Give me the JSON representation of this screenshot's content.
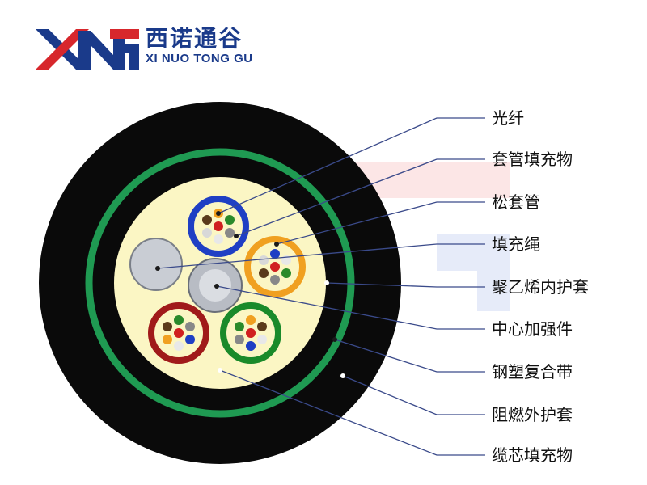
{
  "logo": {
    "cn": "西诺通谷",
    "en": "XI NUO TONG GU",
    "colors": {
      "red": "#d7272c",
      "blue": "#1a3a8a"
    }
  },
  "labels": [
    {
      "text": "光纤"
    },
    {
      "text": "套管填充物"
    },
    {
      "text": "松套管"
    },
    {
      "text": "填充绳"
    },
    {
      "text": "聚乙烯内护套"
    },
    {
      "text": "中心加强件"
    },
    {
      "text": "钢塑复合带"
    },
    {
      "text": "阻燃外护套"
    },
    {
      "text": "缆芯填充物"
    }
  ],
  "colors": {
    "outer_sheath": "#0a0a0a",
    "steel_tape": "#1f9a52",
    "core_filler": "#fbf6c4",
    "tube_blue": "#1f3fc4",
    "tube_orange": "#f0a020",
    "tube_red": "#a01a1a",
    "tube_green": "#1a8a2a",
    "leader_line": "#3a4a8a"
  }
}
